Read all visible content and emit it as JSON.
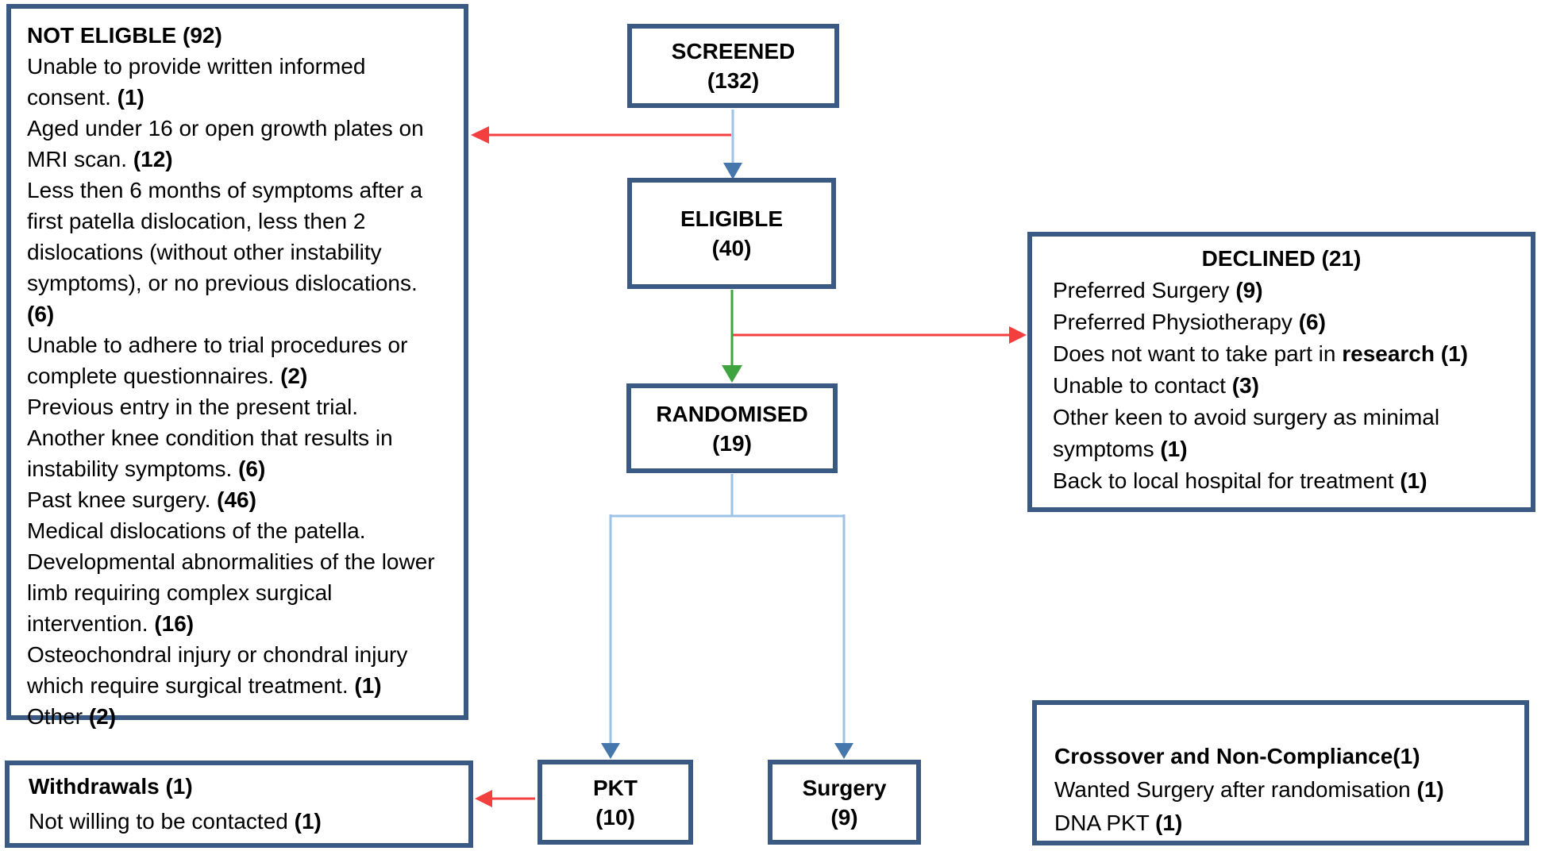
{
  "colors": {
    "box_border": "#3a5a84",
    "connector_light_blue": "#9dc3e6",
    "arrowhead_blue": "#4577ad",
    "green": "#3fa43f",
    "red": "#f43f3f",
    "text": "#000000",
    "background": "#ffffff"
  },
  "boxes": {
    "screened": {
      "label": "SCREENED",
      "count": "(132)"
    },
    "eligible": {
      "label": "ELIGIBLE",
      "count": "(40)"
    },
    "randomised": {
      "label": "RANDOMISED",
      "count": "(19)"
    },
    "pkt": {
      "label": "PKT",
      "count": "(10)"
    },
    "surgery": {
      "label": "Surgery",
      "count": "(9)"
    },
    "not_eligible": {
      "title": "NOT ELIGBLE (92)",
      "items": [
        {
          "pre": "Unable to provide written informed consent. ",
          "bold": "",
          "post": "",
          "count": "(1)"
        },
        {
          "pre": "Aged under 16 or open growth plates on MRI scan. ",
          "bold": "",
          "post": "",
          "count": "(12)"
        },
        {
          "pre": "Less then 6 months of symptoms after a first patella dislocation, less then 2 dislocations (without other instability symptoms), or no previous dislocations. ",
          "bold": "",
          "post": "",
          "count": "(6)"
        },
        {
          "pre": "Unable to adhere to trial procedures or complete questionnaires. ",
          "bold": "",
          "post": "",
          "count": "(2)"
        },
        {
          "pre": "Previous entry in the present trial.",
          "bold": "",
          "post": "",
          "count": ""
        },
        {
          "pre": "Another knee condition that results in instability symptoms. ",
          "bold": "",
          "post": "",
          "count": "(6)"
        },
        {
          "pre": "Past knee surgery. ",
          "bold": "",
          "post": "",
          "count": "(46)"
        },
        {
          "pre": "Medical dislocations of the patella.",
          "bold": "",
          "post": "",
          "count": ""
        },
        {
          "pre": "Developmental abnormalities of the lower limb requiring complex surgical intervention. ",
          "bold": "",
          "post": "",
          "count": "(16)"
        },
        {
          "pre": "Osteochondral injury or chondral injury which require surgical treatment. ",
          "bold": "",
          "post": "",
          "count": "(1)"
        },
        {
          "pre": "Other ",
          "bold": "",
          "post": "",
          "count": "(2)"
        }
      ]
    },
    "declined": {
      "title": "DECLINED (21)",
      "items": [
        {
          "pre": "Preferred Surgery ",
          "bold": "",
          "post": "",
          "count": "(9)"
        },
        {
          "pre": "Preferred Physiotherapy ",
          "bold": "",
          "post": "",
          "count": "(6)"
        },
        {
          "pre": "Does not want to take part in ",
          "bold": "research",
          "post": " ",
          "count": "(1)"
        },
        {
          "pre": "Unable to contact ",
          "bold": "",
          "post": "",
          "count": "(3)"
        },
        {
          "pre": "Other keen to avoid surgery as minimal symptoms ",
          "bold": "",
          "post": "",
          "count": "(1)"
        },
        {
          "pre": "Back to local hospital for treatment ",
          "bold": "",
          "post": "",
          "count": "(1)"
        }
      ]
    },
    "withdrawals": {
      "title": "Withdrawals (1)",
      "items": [
        {
          "pre": "Not willing to be contacted ",
          "bold": "",
          "post": "",
          "count": "(1)"
        }
      ]
    },
    "crossover": {
      "title": "Crossover and Non-Compliance(1)",
      "items": [
        {
          "pre": "Wanted Surgery after randomisation ",
          "bold": "",
          "post": "",
          "count": "(1)"
        },
        {
          "pre": "DNA PKT ",
          "bold": "",
          "post": "",
          "count": "(1)"
        }
      ]
    }
  }
}
